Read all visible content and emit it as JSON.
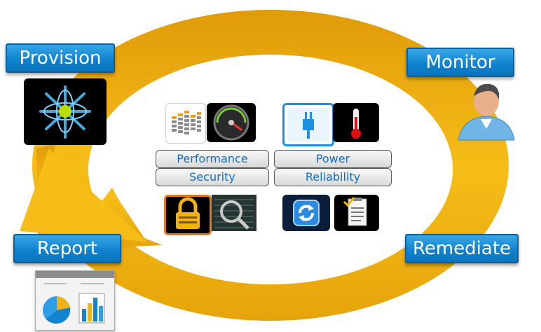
{
  "stages": {
    "provision": "Provision",
    "monitor": "Monitor",
    "report": "Report",
    "remediate": "Remediate"
  },
  "categories": {
    "performance": "Performance",
    "security": "Security",
    "power": "Power",
    "reliability": "Reliability"
  },
  "icons": [
    "network-star-icon",
    "user-avatar-icon",
    "report-charts-icon",
    "equalizer-icon",
    "gauge-icon",
    "plug-icon",
    "thermometer-icon",
    "lock-icon",
    "magnifier-icon",
    "refresh-icon",
    "checklist-icon"
  ],
  "colors": {
    "cycle_arrow": "#f2b213",
    "stage_blue": "#1183cf",
    "label_blue": "#0f6fc0"
  }
}
